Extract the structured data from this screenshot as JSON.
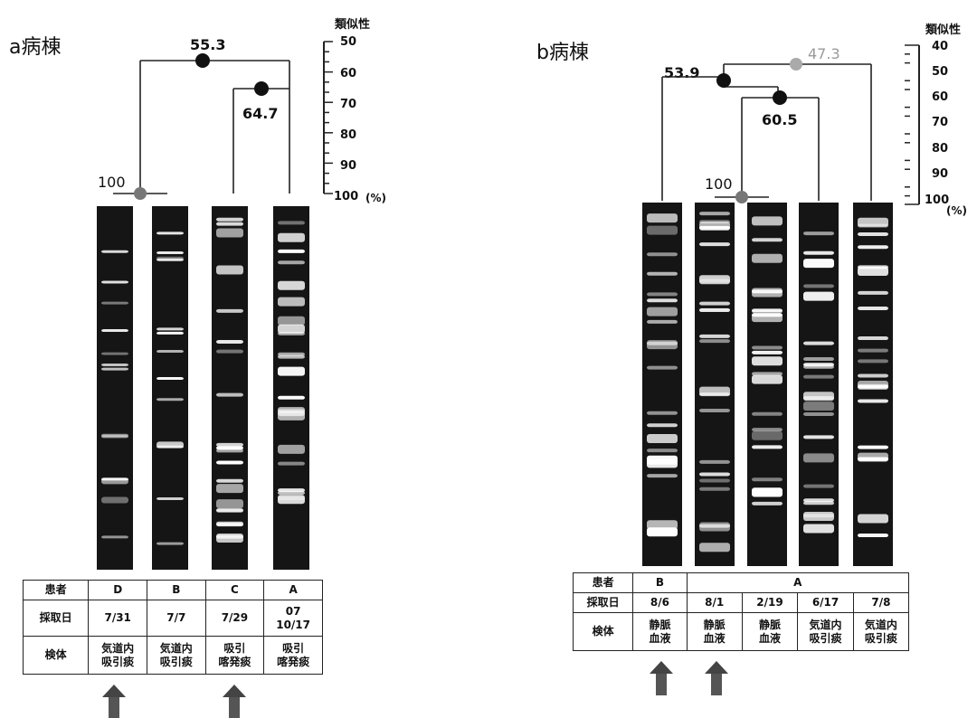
{
  "scale_title": "類似性",
  "unit": "(%)",
  "panel_a": {
    "title": "a病棟",
    "nodes": [
      {
        "label": "55.3",
        "color": "#111111"
      },
      {
        "label": "64.7",
        "color": "#111111"
      },
      {
        "label": "100",
        "color": "#777777"
      }
    ],
    "scale_ticks": [
      "50",
      "60",
      "70",
      "80",
      "90",
      "100"
    ],
    "table": {
      "row_labels": [
        "患者",
        "採取日",
        "検体"
      ],
      "patients": [
        "D",
        "B",
        "C",
        "A"
      ],
      "dates": [
        "7/31",
        "7/7",
        "7/29",
        "07\n10/17"
      ],
      "specimens": [
        "気道内\n吸引痰",
        "気道内\n吸引痰",
        "吸引\n喀発痰",
        "吸引\n喀発痰"
      ]
    },
    "arrows_under_columns": [
      1,
      3
    ]
  },
  "panel_b": {
    "title": "b病棟",
    "nodes": [
      {
        "label": "53.9",
        "color": "#111111"
      },
      {
        "label": "47.3",
        "color": "#aaaaaa"
      },
      {
        "label": "60.5",
        "color": "#111111"
      },
      {
        "label": "100",
        "color": "#777777"
      }
    ],
    "scale_ticks": [
      "40",
      "50",
      "60",
      "70",
      "80",
      "90",
      "100"
    ],
    "table": {
      "row_labels": [
        "患者",
        "採取日",
        "検体"
      ],
      "patients": [
        "B",
        "A"
      ],
      "dates": [
        "8/6",
        "8/1",
        "2/19",
        "6/17",
        "7/8"
      ],
      "specimens": [
        "静脈\n血液",
        "静脈\n血液",
        "静脈\n血液",
        "気道内\n吸引痰",
        "気道内\n吸引痰"
      ]
    },
    "arrows_under_columns": [
      1,
      2
    ]
  }
}
